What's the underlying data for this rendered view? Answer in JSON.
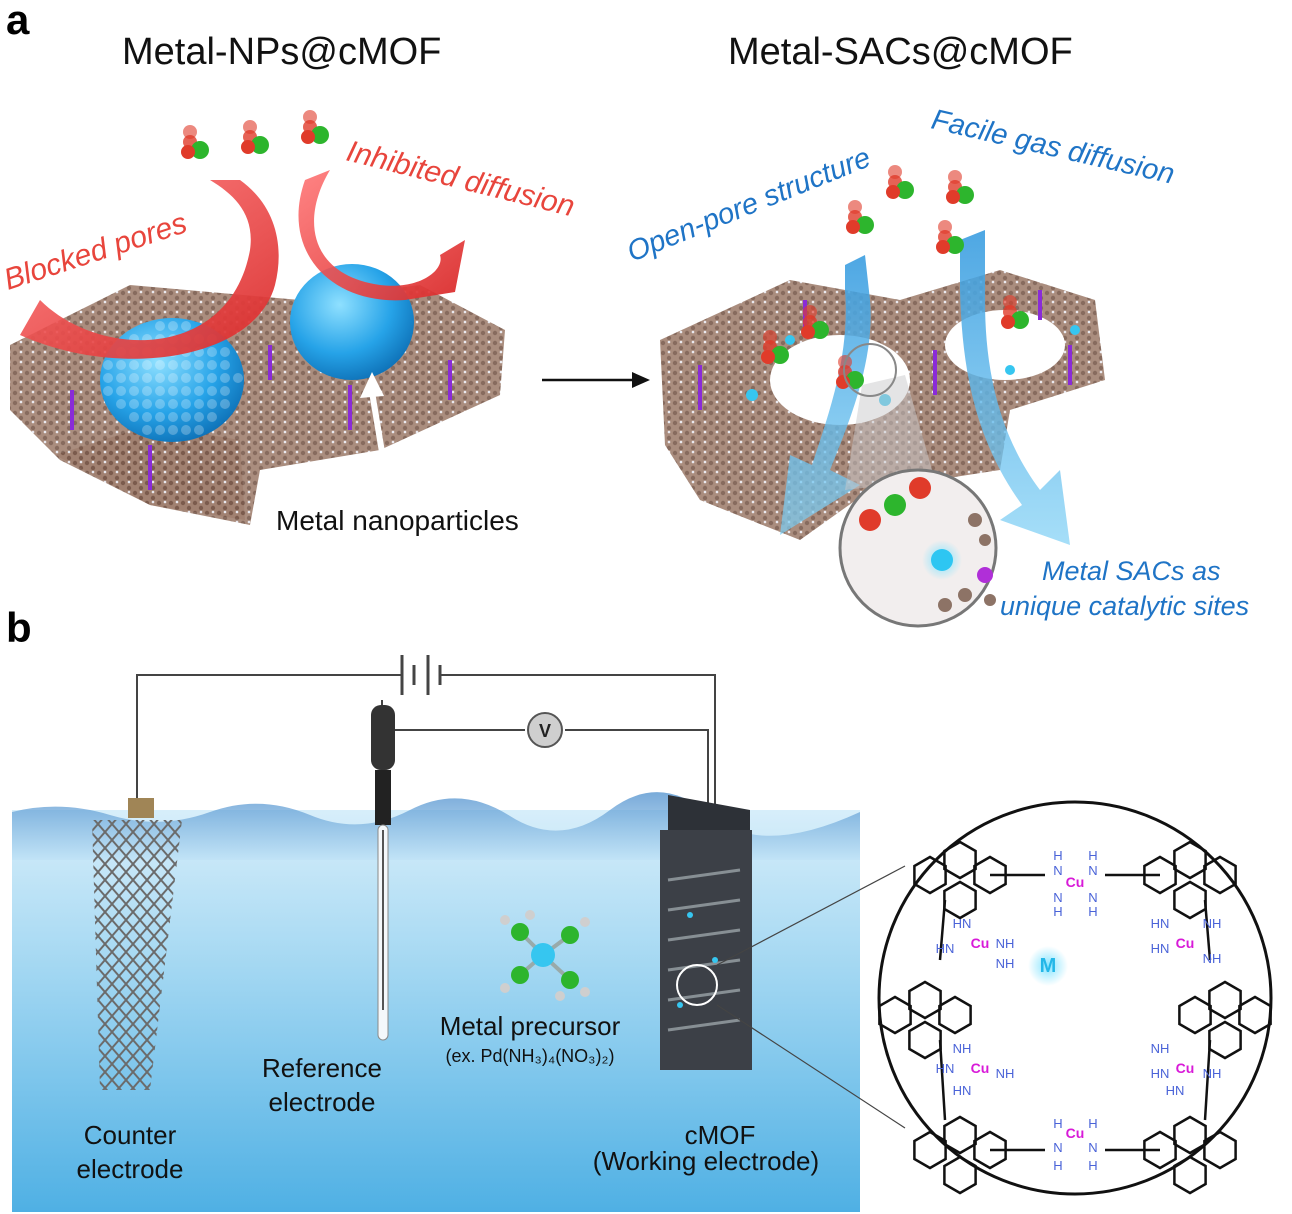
{
  "panel_a": {
    "letter": "a",
    "left_title": "Metal-NPs@cMOF",
    "right_title": "Metal-SACs@cMOF",
    "label_blocked": "Blocked pores",
    "label_inhibited": "Inhibited diffusion",
    "label_open": "Open-pore structure",
    "label_facile": "Facile gas diffusion",
    "label_nanoparticles": "Metal nanoparticles",
    "label_sacs_line1": "Metal SACs as",
    "label_sacs_line2": "unique catalytic sites"
  },
  "panel_b": {
    "letter": "b",
    "voltmeter": "V",
    "counter_line1": "Counter",
    "counter_line2": "electrode",
    "reference_line1": "Reference",
    "reference_line2": "electrode",
    "precursor_line1": "Metal precursor",
    "precursor_line2": "(ex. Pd(NH₃)₄(NO₃)₂)",
    "cmof_line1": "cMOF",
    "cmof_line2": "(Working electrode)",
    "atom_cu": "Cu",
    "atom_m": "M",
    "group_hn": "HN",
    "group_nh": "NH",
    "group_h": "H",
    "group_n": "N"
  },
  "colors": {
    "red_text": "#e8453c",
    "blue_text": "#1f74c6",
    "cu_magenta": "#d81ad8",
    "n_blue": "#4a63d8",
    "water_top": "#bfe3f6",
    "water_bottom": "#5fb7e6",
    "framework_brown": "#8b6a5a",
    "nanoparticle_blue": "#2aa6ea"
  }
}
